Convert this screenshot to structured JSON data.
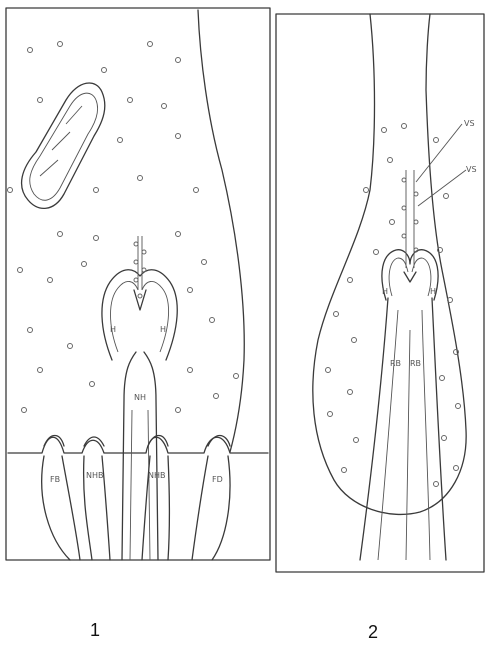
{
  "panels": [
    {
      "number": "1",
      "labels": {
        "hair_left": "H",
        "hair_right": "H",
        "nerve_center": "NH",
        "cell_far_left": "FB",
        "cell_inner_left": "NHB",
        "cell_inner_right": "NHB",
        "cell_far_right": "FD"
      }
    },
    {
      "number": "2",
      "labels": {
        "vs_upper": "VS",
        "vs_lower": "VS",
        "hair_left": "H",
        "hair_right": "H",
        "stalk_left": "RB",
        "stalk_right": "RB"
      }
    }
  ]
}
